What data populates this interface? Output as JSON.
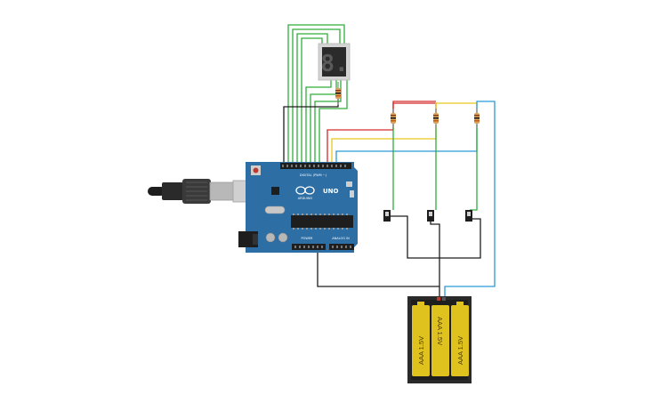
{
  "board": {
    "brand": "ARDUINO",
    "model": "UNO",
    "digital_label": "DIGITAL (PWM ~)",
    "power_label": "POWER",
    "analog_label": "ANALOG IN"
  },
  "display": {
    "digit": "8.",
    "color": "#2b2b2b"
  },
  "battery": {
    "cells": [
      "AAA 1.5V",
      "AAA 1.5V",
      "AAA 1.5V"
    ],
    "cell_color": "#e0c21f",
    "holder_color": "#2a2a2a"
  },
  "colors": {
    "board": "#2d6ea4",
    "wire_green": "#2fae3a",
    "wire_red": "#d42a2a",
    "wire_yellow": "#e8c81a",
    "wire_blue": "#2a9ad6",
    "wire_black": "#1e1e1e",
    "resistor": "#d8a45a"
  }
}
